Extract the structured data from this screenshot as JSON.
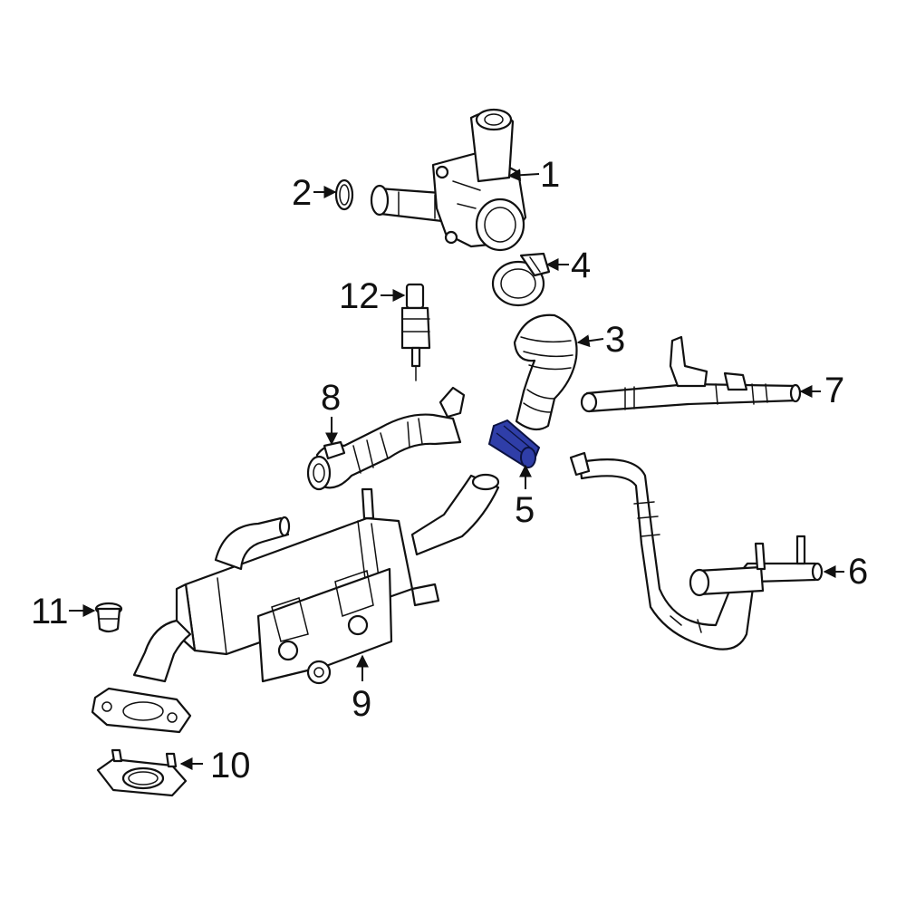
{
  "diagram": {
    "highlight_color": "#2f3ea8",
    "highlighted_part": "5",
    "callouts": [
      {
        "id": "c1",
        "label": "1"
      },
      {
        "id": "c2",
        "label": "2"
      },
      {
        "id": "c3",
        "label": "3"
      },
      {
        "id": "c4",
        "label": "4"
      },
      {
        "id": "c5",
        "label": "5"
      },
      {
        "id": "c6",
        "label": "6"
      },
      {
        "id": "c7",
        "label": "7"
      },
      {
        "id": "c8",
        "label": "8"
      },
      {
        "id": "c9",
        "label": "9"
      },
      {
        "id": "c10",
        "label": "10"
      },
      {
        "id": "c11",
        "label": "11"
      },
      {
        "id": "c12",
        "label": "12"
      }
    ]
  }
}
